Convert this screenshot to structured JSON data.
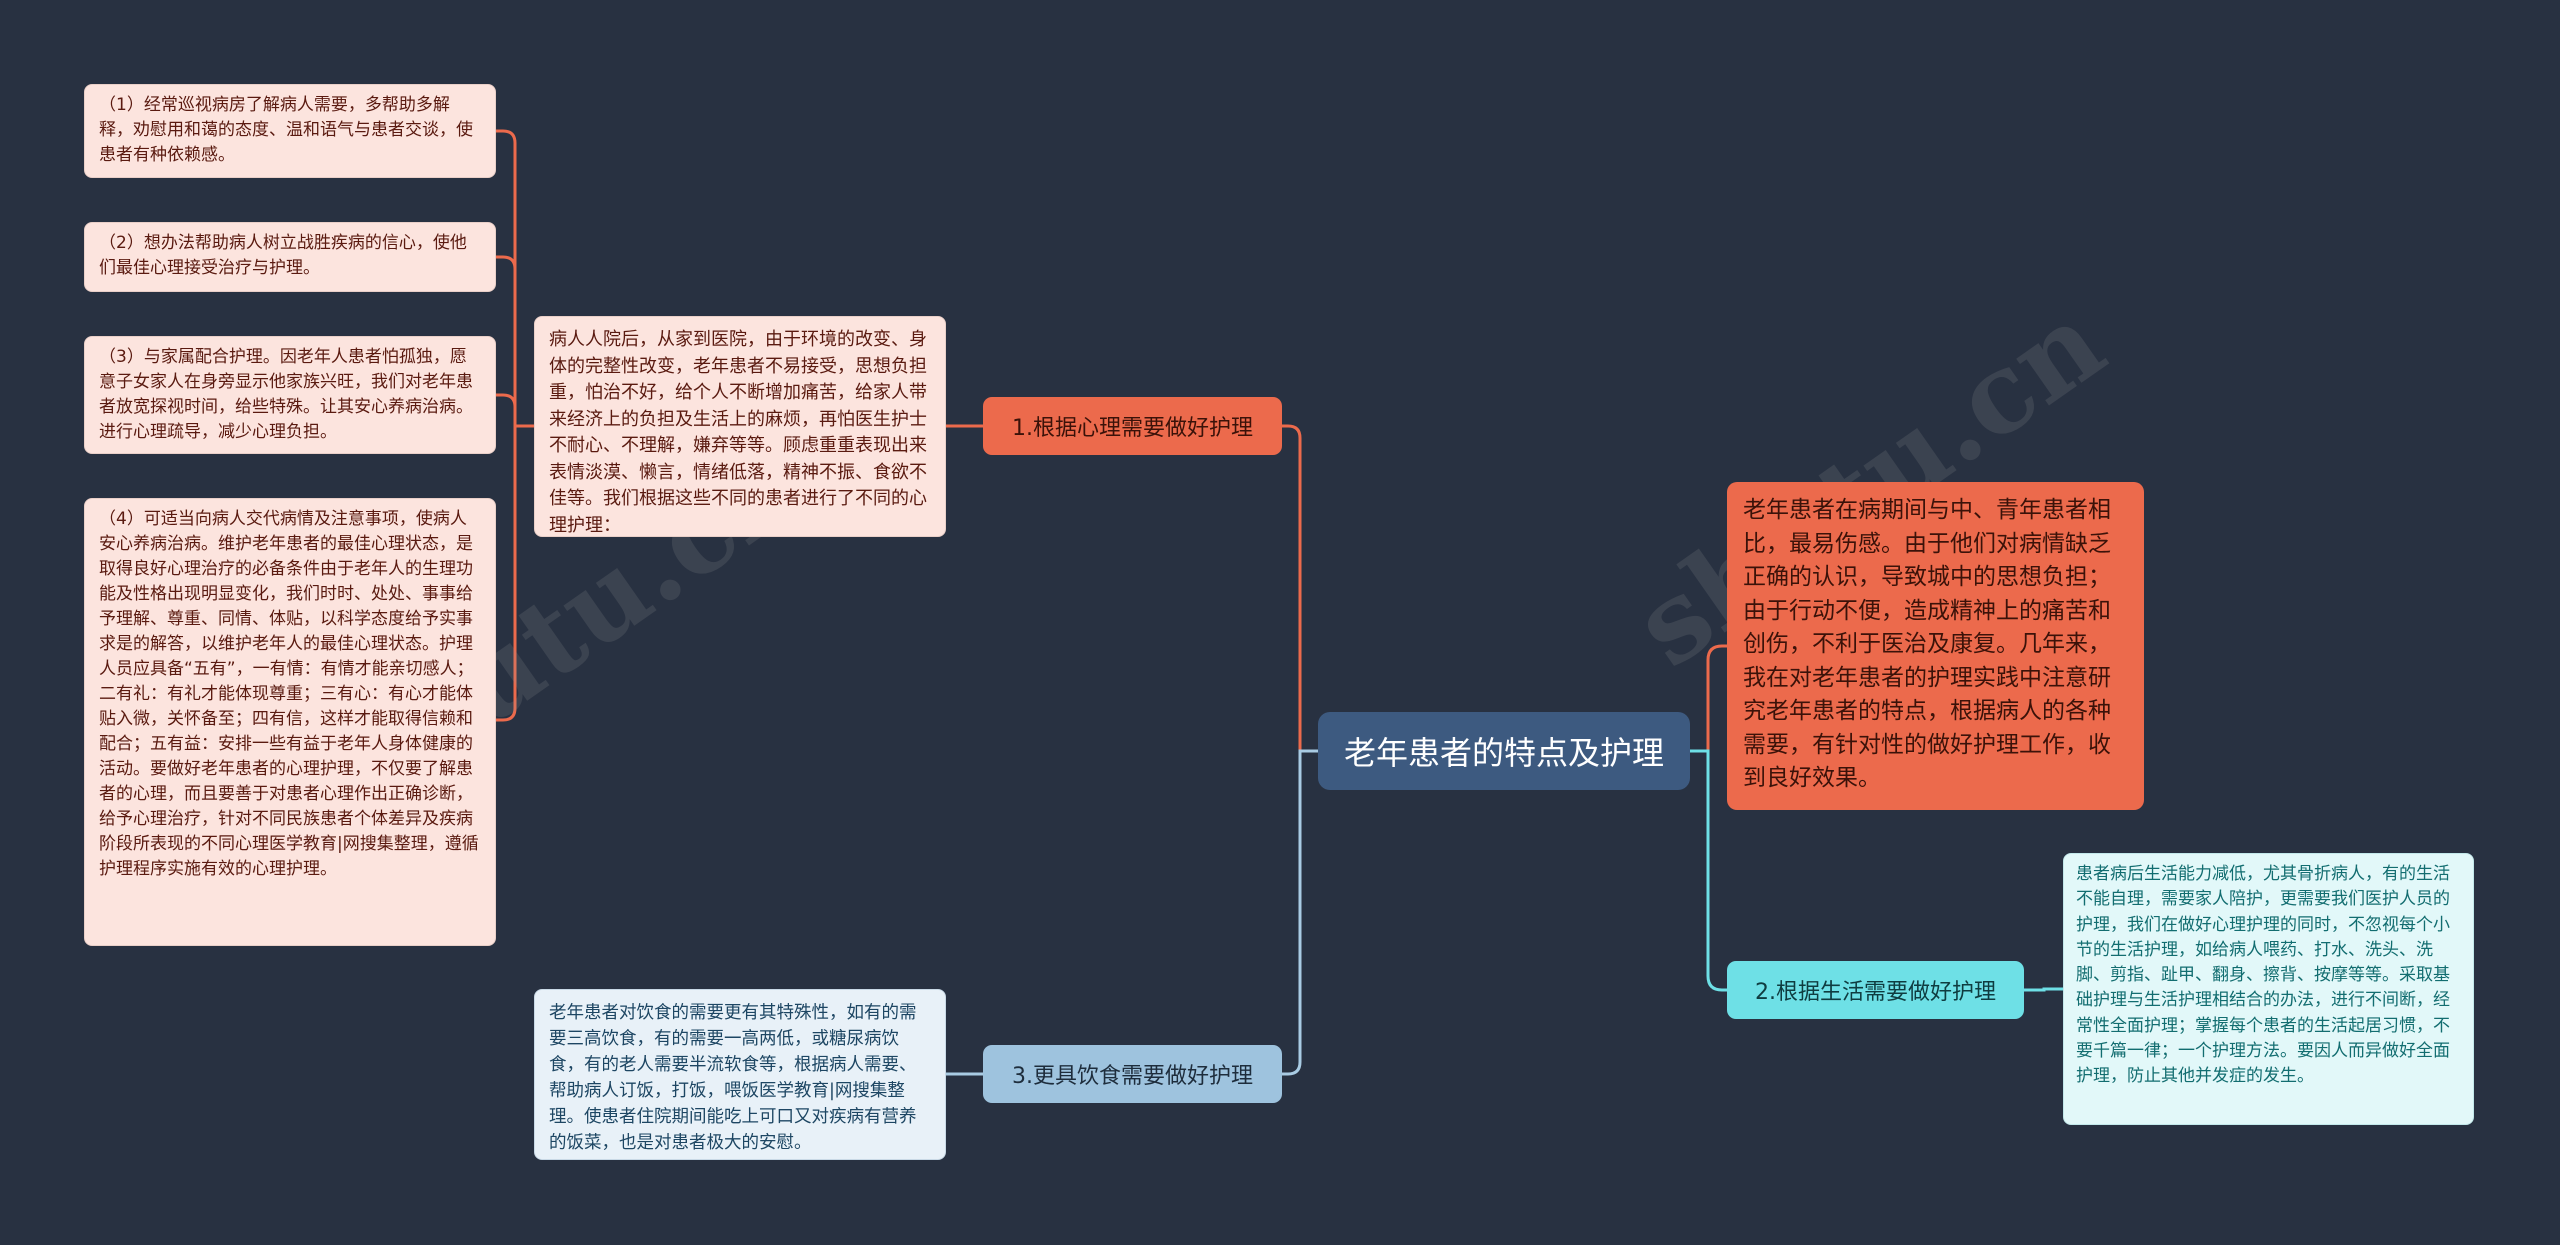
{
  "root": {
    "title": "老年患者的特点及护理"
  },
  "colors": {
    "background": "#283141",
    "root": "#3d5a80",
    "branch_psych": "#ec6a4c",
    "branch_life": "#6ee0e6",
    "branch_diet": "#9ec3de",
    "leaf_pink": "#fce4de",
    "leaf_blue": "#e8f1f8",
    "leaf_cyan": "#e2f8f9"
  },
  "overview": {
    "text": "老年患者在病期间与中、青年患者相比，最易伤感。由于他们对病情缺乏正确的认识，导致城中的思想负担；由于行动不便，造成精神上的痛苦和创伤，不利于医治及康复。几年来，我在对老年患者的护理实践中注意研究老年患者的特点，根据病人的各种需要，有针对性的做好护理工作，收到良好效果。"
  },
  "branches": [
    {
      "label": "1.根据心理需要做好护理",
      "summary": "病人人院后，从家到医院，由于环境的改变、身体的完整性改变，老年患者不易接受，思想负担重，怕治不好，给个人不断增加痛苦，给家人带来经济上的负担及生活上的麻烦，再怕医生护士不耐心、不理解，嫌弃等等。顾虑重重表现出来表情淡漠、懒言，情绪低落，精神不振、食欲不佳等。我们根据这些不同的患者进行了不同的心理护理：",
      "items": [
        "（1）经常巡视病房了解病人需要，多帮助多解释，劝慰用和蔼的态度、温和语气与患者交谈，使患者有种依赖感。",
        "（2）想办法帮助病人树立战胜疾病的信心，使他们最佳心理接受治疗与护理。",
        "（3）与家属配合护理。因老年人患者怕孤独，愿意子女家人在身旁显示他家族兴旺，我们对老年患者放宽探视时间，给些特殊。让其安心养病治病。进行心理疏导，减少心理负担。",
        "（4）可适当向病人交代病情及注意事项，使病人安心养病治病。维护老年患者的最佳心理状态，是取得良好心理治疗的必备条件由于老年人的生理功能及性格出现明显变化，我们时时、处处、事事给予理解、尊重、同情、体贴，以科学态度给予实事求是的解答，以维护老年人的最佳心理状态。护理人员应具备“五有”，一有情：有情才能亲切感人；二有礼：有礼才能体现尊重；三有心：有心才能体贴入微，关怀备至；四有信，这样才能取得信赖和配合；五有益：安排一些有益于老年人身体健康的活动。要做好老年患者的心理护理，不仅要了解患者的心理，而且要善于对患者心理作出正确诊断，给予心理治疗，针对不同民族患者个体差异及疾病阶段所表现的不同心理医学教育|网搜集整理，遵循护理程序实施有效的心理护理。"
      ]
    },
    {
      "label": "2.根据生活需要做好护理",
      "summary": "患者病后生活能力减低，尤其骨折病人，有的生活不能自理，需要家人陪护，更需要我们医护人员的护理，我们在做好心理护理的同时，不忽视每个小节的生活护理，如给病人喂药、打水、洗头、洗脚、剪指、趾甲、翻身、擦背、按摩等等。采取基础护理与生活护理相结合的办法，进行不间断，经常性全面护理；掌握每个患者的生活起居习惯，不要千篇一律；一个护理方法。要因人而异做好全面护理，防止其他并发症的发生。"
    },
    {
      "label": "3.更具饮食需要做好护理",
      "summary": "老年患者对饮食的需要更有其特殊性，如有的需要三高饮食，有的需要一高两低，或糖尿病饮食，有的老人需要半流软食等，根据病人需要、帮助病人订饭，打饭，喂饭医学教育|网搜集整理。使患者住院期间能吃上可口又对疾病有营养的饭菜，也是对患者极大的安慰。"
    }
  ]
}
